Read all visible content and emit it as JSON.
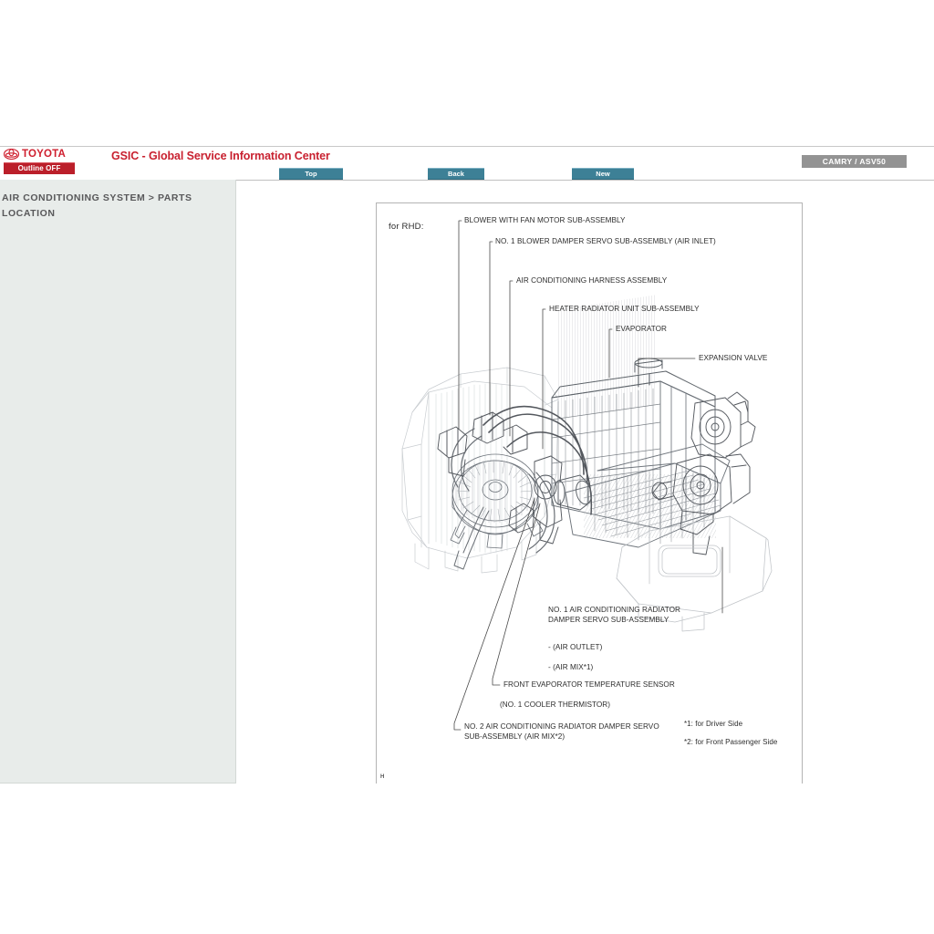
{
  "header": {
    "brand_word": "TOYOTA",
    "outline_button": "Outline OFF",
    "title": "GSIC - Global Service Information Center",
    "model_badge": "CAMRY / ASV50",
    "nav": {
      "top": "Top",
      "back": "Back",
      "new": "New"
    },
    "colors": {
      "brand_red": "#cf1f2e",
      "title_red": "#c8202f",
      "nav_teal": "#3d8096",
      "badge_gray": "#939393",
      "sidebar_bg": "#e8ecea"
    }
  },
  "sidebar": {
    "breadcrumb": "AIR CONDITIONING SYSTEM > PARTS LOCATION"
  },
  "diagram": {
    "view_note": "for RHD:",
    "page_mark": "H",
    "labels": {
      "blower_fan_motor": "BLOWER WITH FAN MOTOR SUB-ASSEMBLY",
      "blower_damper_servo": "NO. 1 BLOWER DAMPER SERVO SUB-ASSEMBLY (AIR INLET)",
      "ac_harness": "AIR CONDITIONING HARNESS ASSEMBLY",
      "heater_radiator": "HEATER RADIATOR UNIT SUB-ASSEMBLY",
      "evaporator": "EVAPORATOR",
      "expansion_valve": "EXPANSION VALVE",
      "no1_radiator_damper_servo": "NO. 1 AIR CONDITIONING RADIATOR DAMPER SERVO SUB-ASSEMBLY",
      "air_outlet": "- (AIR OUTLET)",
      "air_mix1": "- (AIR MIX*1)",
      "front_evap_temp_sensor": "FRONT EVAPORATOR TEMPERATURE SENSOR",
      "cooler_thermistor": "(NO. 1 COOLER THERMISTOR)",
      "no2_radiator_damper_servo": "NO. 2 AIR CONDITIONING RADIATOR DAMPER SERVO SUB-ASSEMBLY (AIR MIX*2)"
    },
    "footnotes": {
      "note1": "*1: for Driver Side",
      "note2": "*2: for Front Passenger Side"
    }
  }
}
